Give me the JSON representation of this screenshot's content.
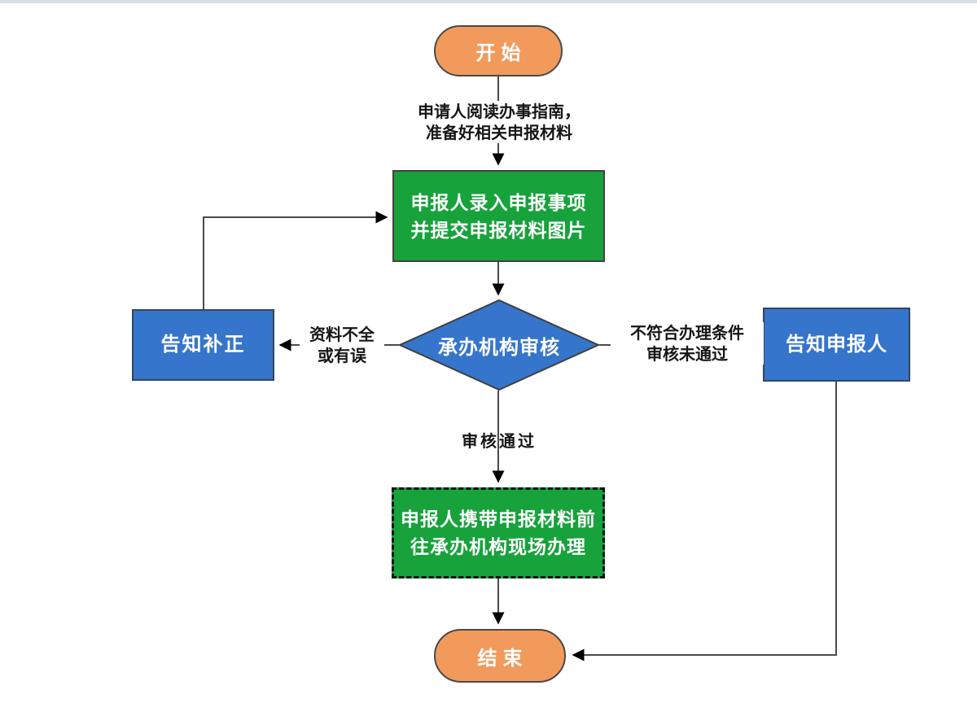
{
  "page": {
    "topbar_color": "#d7e0e7",
    "background": "#ffffff",
    "line_color": "#4a4a4a",
    "arrow_color": "#000000"
  },
  "flowchart": {
    "colors": {
      "terminator_fill": "#f29a5c",
      "process_fill": "#17a23c",
      "decision_fill": "#3575cb",
      "node_text": "#ffffff",
      "label_text": "#161616"
    },
    "nodes": {
      "start": {
        "label": "开始",
        "type": "terminator"
      },
      "submit": {
        "line1": "申报人录入申报事项",
        "line2": "并提交申报材料图片",
        "type": "process"
      },
      "review": {
        "label": "承办机构审核",
        "type": "decision"
      },
      "notify_correction": {
        "label": "告知补正",
        "type": "process"
      },
      "notify_applicant": {
        "label": "告知申报人",
        "type": "process"
      },
      "onsite": {
        "line1": "申报人携带申报材料前",
        "line2": "往承办机构现场办理",
        "type": "process-dashed"
      },
      "end": {
        "label": "结束",
        "type": "terminator"
      }
    },
    "edge_labels": {
      "prepare": {
        "line1": "申请人阅读办事指南，",
        "line2": "准备好相关申报材料"
      },
      "incomplete": {
        "line1": "资料不全",
        "line2": "或有误"
      },
      "rejected": {
        "line1": "不符合办理条件",
        "line2": "审核未通过"
      },
      "passed": {
        "label": "审核通过"
      }
    }
  }
}
